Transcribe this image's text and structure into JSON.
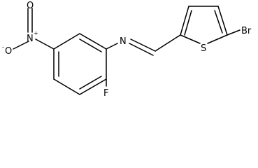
{
  "structure": {
    "atoms": {
      "oxide_oxygen": "O",
      "oxide_charge": "-",
      "nitro_nitrogen": "N",
      "nitro_charge": "+",
      "nitro_double_oxygen": "O",
      "imine_nitrogen": "N",
      "sulfur": "S",
      "bromine": "Br",
      "fluorine": "F"
    }
  }
}
